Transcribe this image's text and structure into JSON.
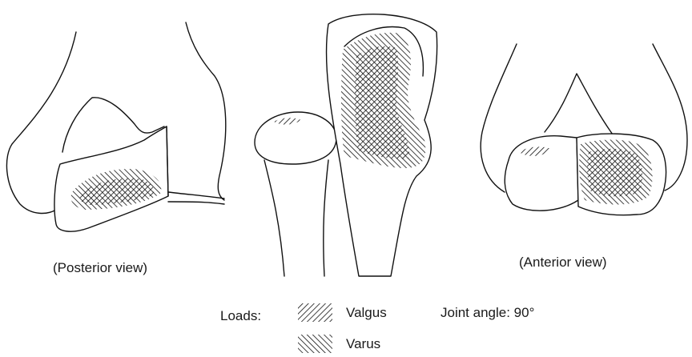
{
  "views": {
    "posterior_label": "(Posterior view)",
    "anterior_label": "(Anterior view)"
  },
  "legend": {
    "loads_label": "Loads:",
    "valgus_label": "Valgus",
    "varus_label": "Varus",
    "joint_angle_label": "Joint angle: 90°"
  },
  "colors": {
    "ink": "#111111",
    "paper": "#ffffff"
  }
}
